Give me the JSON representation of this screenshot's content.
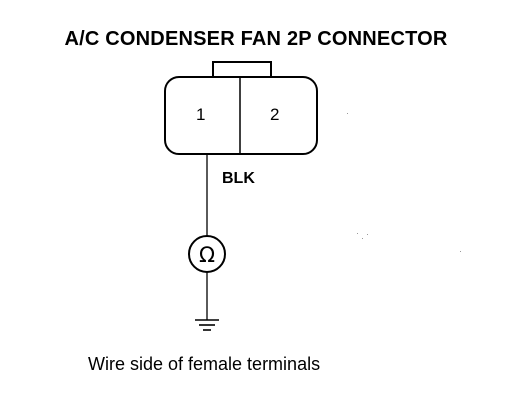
{
  "title": "A/C CONDENSER FAN 2P CONNECTOR",
  "connector": {
    "pins": [
      {
        "number": "1"
      },
      {
        "number": "2"
      }
    ],
    "wire_color": "BLK"
  },
  "meter": {
    "symbol": "Ω"
  },
  "caption": "Wire side of female terminals",
  "colors": {
    "line": "#000000",
    "background": "#ffffff"
  }
}
